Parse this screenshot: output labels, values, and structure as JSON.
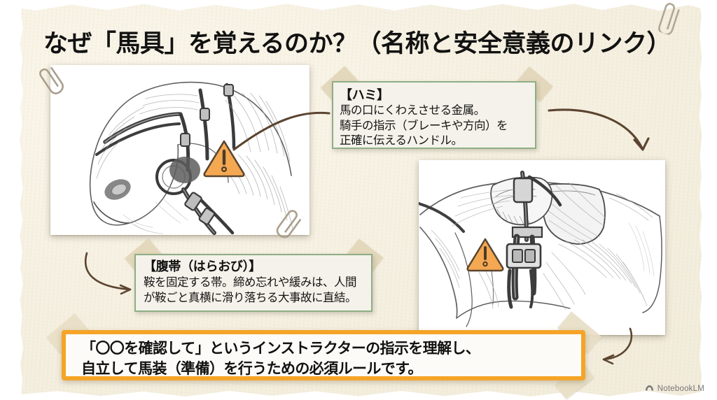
{
  "slide": {
    "title": "なぜ「馬具」を覚えるのか？（名称と安全意義のリンク）",
    "watermark": "NotebookLM"
  },
  "images": [
    {
      "name": "horse-head-bridle-sketch",
      "alt": "馬の頭部と頭絡（ハミ）の鉛筆スケッチ"
    },
    {
      "name": "horse-girth-saddle-sketch",
      "alt": "馬の胴部と鞍・腹帯の鉛筆スケッチ"
    }
  ],
  "callouts": [
    {
      "id": "hami",
      "title": "【ハミ】",
      "lines": [
        "馬の口にくわえさせる金属。",
        "騎手の指示（ブレーキや方向）を",
        "正確に伝えるハンドル。"
      ]
    },
    {
      "id": "haraobi",
      "title": "【腹帯（はらおび）】",
      "lines": [
        "鞍を固定する帯。締め忘れや緩みは、人間",
        "が鞍ごと真横に滑り落ちる大事故に直結。"
      ]
    }
  ],
  "banner": {
    "lines": [
      "「〇〇を確認して」というインストラクターの指示を理解し、",
      "自立して馬装（準備）を行うための必須ルールです。"
    ]
  },
  "markers": [
    {
      "name": "warning-triangle-bit",
      "glyph": "!"
    },
    {
      "name": "warning-triangle-girth",
      "glyph": "!"
    }
  ],
  "colors": {
    "paper": "#f5f0e2",
    "callout_border": "#8fae86",
    "callout_fill": "#f4f2ea",
    "banner_border": "#f5a428",
    "warning_fill": "#f2a council",
    "warning_fill_hex": "#f5a852",
    "warning_stroke": "#5a4630",
    "arrow": "#5b4430",
    "title_text": "#121212"
  }
}
